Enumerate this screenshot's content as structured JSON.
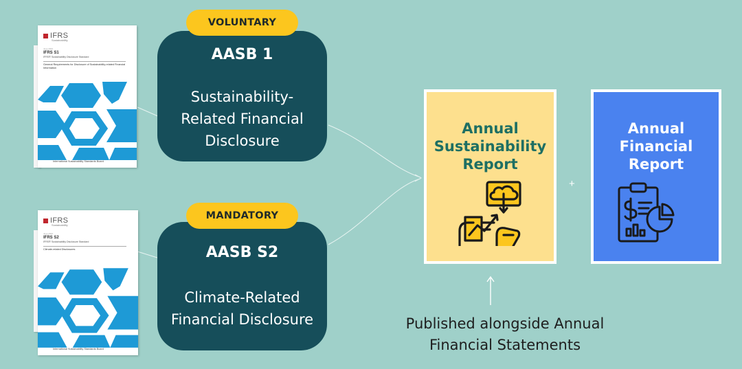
{
  "documents": [
    {
      "logo": "IFRS",
      "logo_sub": "Sustainability",
      "small": "June 2023",
      "code": "IFRS S1",
      "standard": "IFRS® Sustainability Disclosure Standard",
      "description": "General Requirements for Disclosure of Sustainability-related Financial Information",
      "footer": "International Sustainability Standards Board"
    },
    {
      "logo": "IFRS",
      "logo_sub": "Sustainability",
      "small": "June 2023",
      "code": "IFRS S2",
      "standard": "IFRS® Sustainability Disclosure Standard",
      "description": "Climate-related Disclosures",
      "footer": "International Sustainability Standards Board"
    }
  ],
  "standards": [
    {
      "badge": "VOLUNTARY",
      "title": "AASB 1",
      "desc_lines": [
        "Sustainability-",
        "Related Financial",
        "Disclosure"
      ]
    },
    {
      "badge": "MANDATORY",
      "title": "AASB S2",
      "desc_lines": [
        "Climate-Related",
        "Financial Disclosure"
      ]
    }
  ],
  "reports": {
    "sustainability": {
      "title_lines": [
        "Annual",
        "Sustainability",
        "Report"
      ],
      "icon": "growth-analytics-icon"
    },
    "plus": "+",
    "financial": {
      "title_lines": [
        "Annual",
        "Financial",
        "Report"
      ],
      "icon": "financial-report-icon"
    }
  },
  "note_lines": [
    "Published alongside Annual",
    "Financial Statements"
  ],
  "colors": {
    "background": "#9fd0c9",
    "standard_box": "#164e5a",
    "badge": "#fcc61e",
    "sustainability_report": "#fde08e",
    "financial_report": "#4a82ef",
    "ifrs_blue": "#1e9ad6",
    "ifrs_red": "#c0262d"
  }
}
